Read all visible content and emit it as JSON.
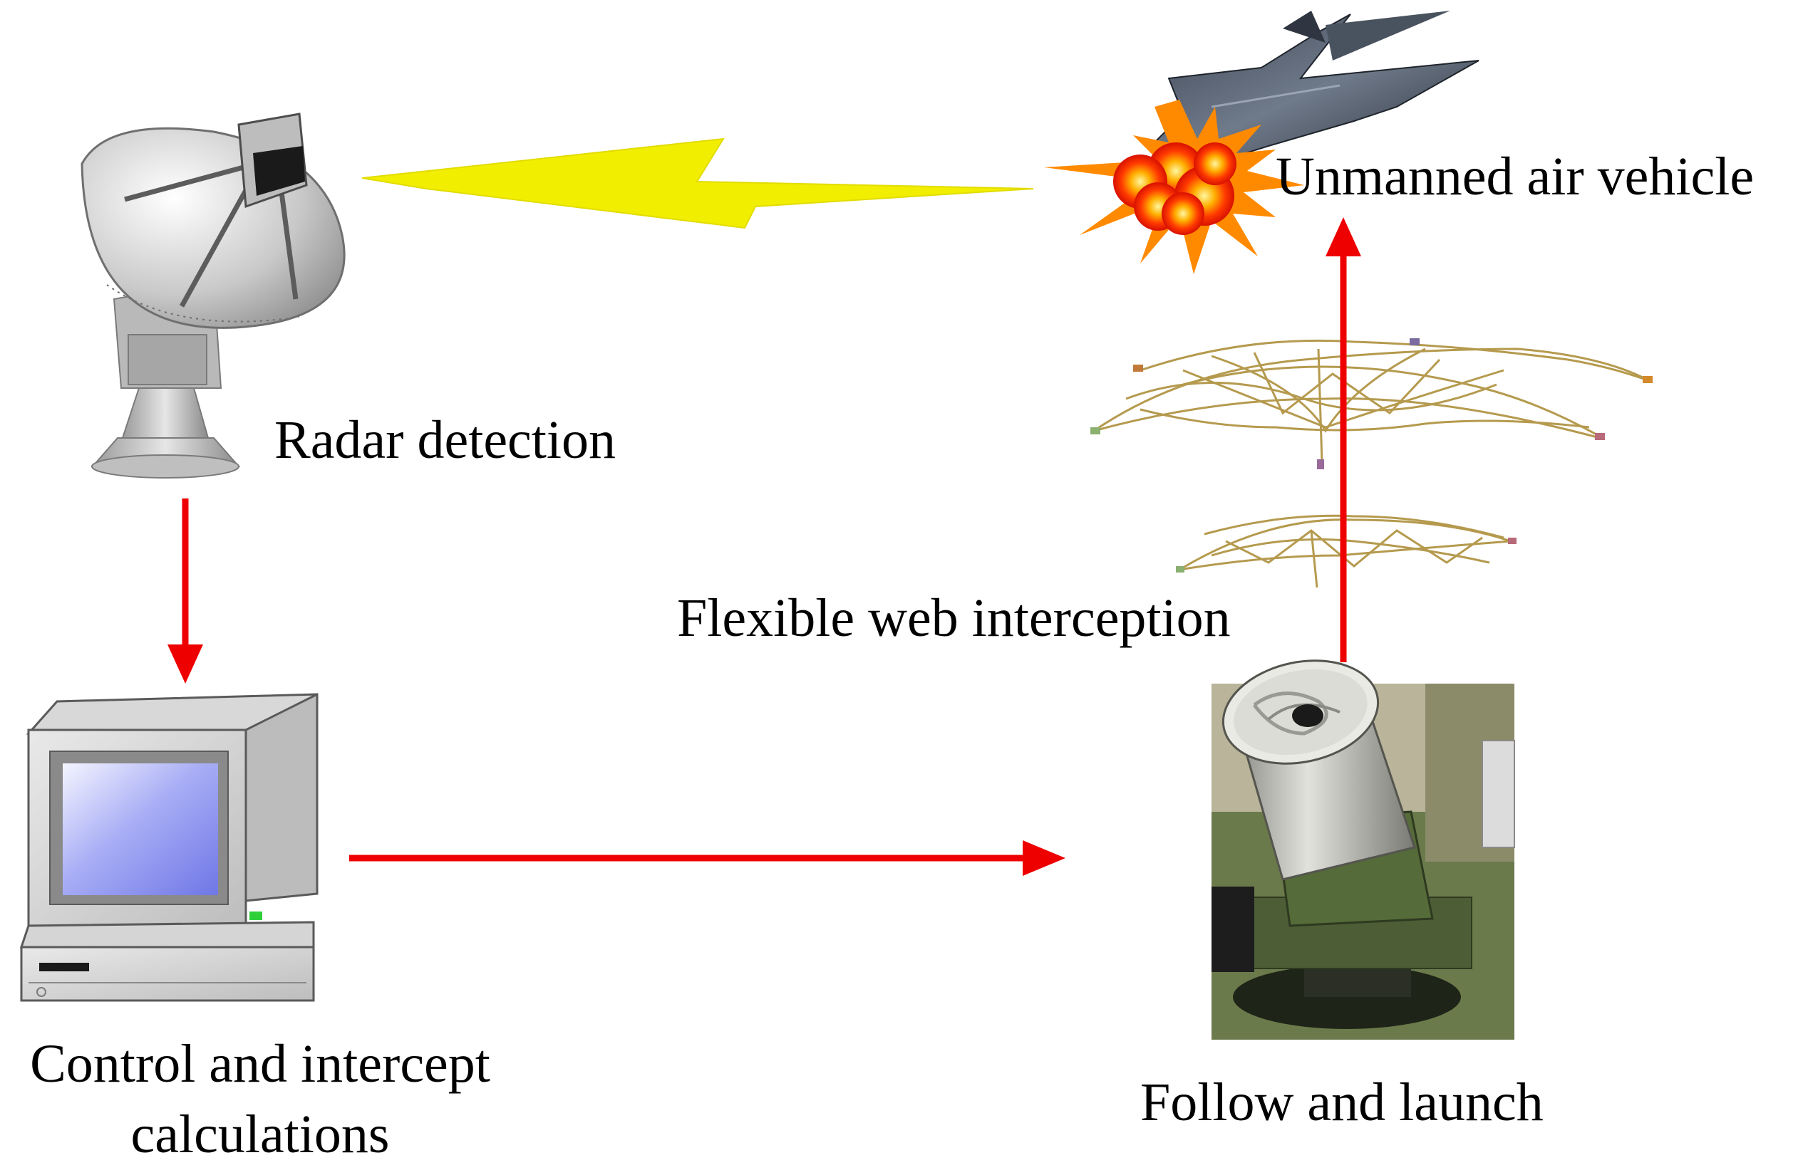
{
  "labels": {
    "uav": "Unmanned air vehicle",
    "radar": "Radar detection",
    "web": "Flexible web interception",
    "control_line1": "Control and intercept",
    "control_line2": "calculations",
    "launch": "Follow and launch"
  },
  "icons": {
    "radar": "radar-dish-icon",
    "computer": "desktop-computer-icon",
    "uav": "drone-aircraft-icon",
    "explosion": "explosion-icon",
    "net": "capture-net-icon",
    "launcher": "net-launcher-icon",
    "signal": "lightning-bolt-icon"
  },
  "colors": {
    "arrow": "#ee0000",
    "signal": "#f2ee00",
    "explosion_core": "#ff2a00",
    "explosion_glow": "#ffb000",
    "screen": "#8f96f2"
  }
}
